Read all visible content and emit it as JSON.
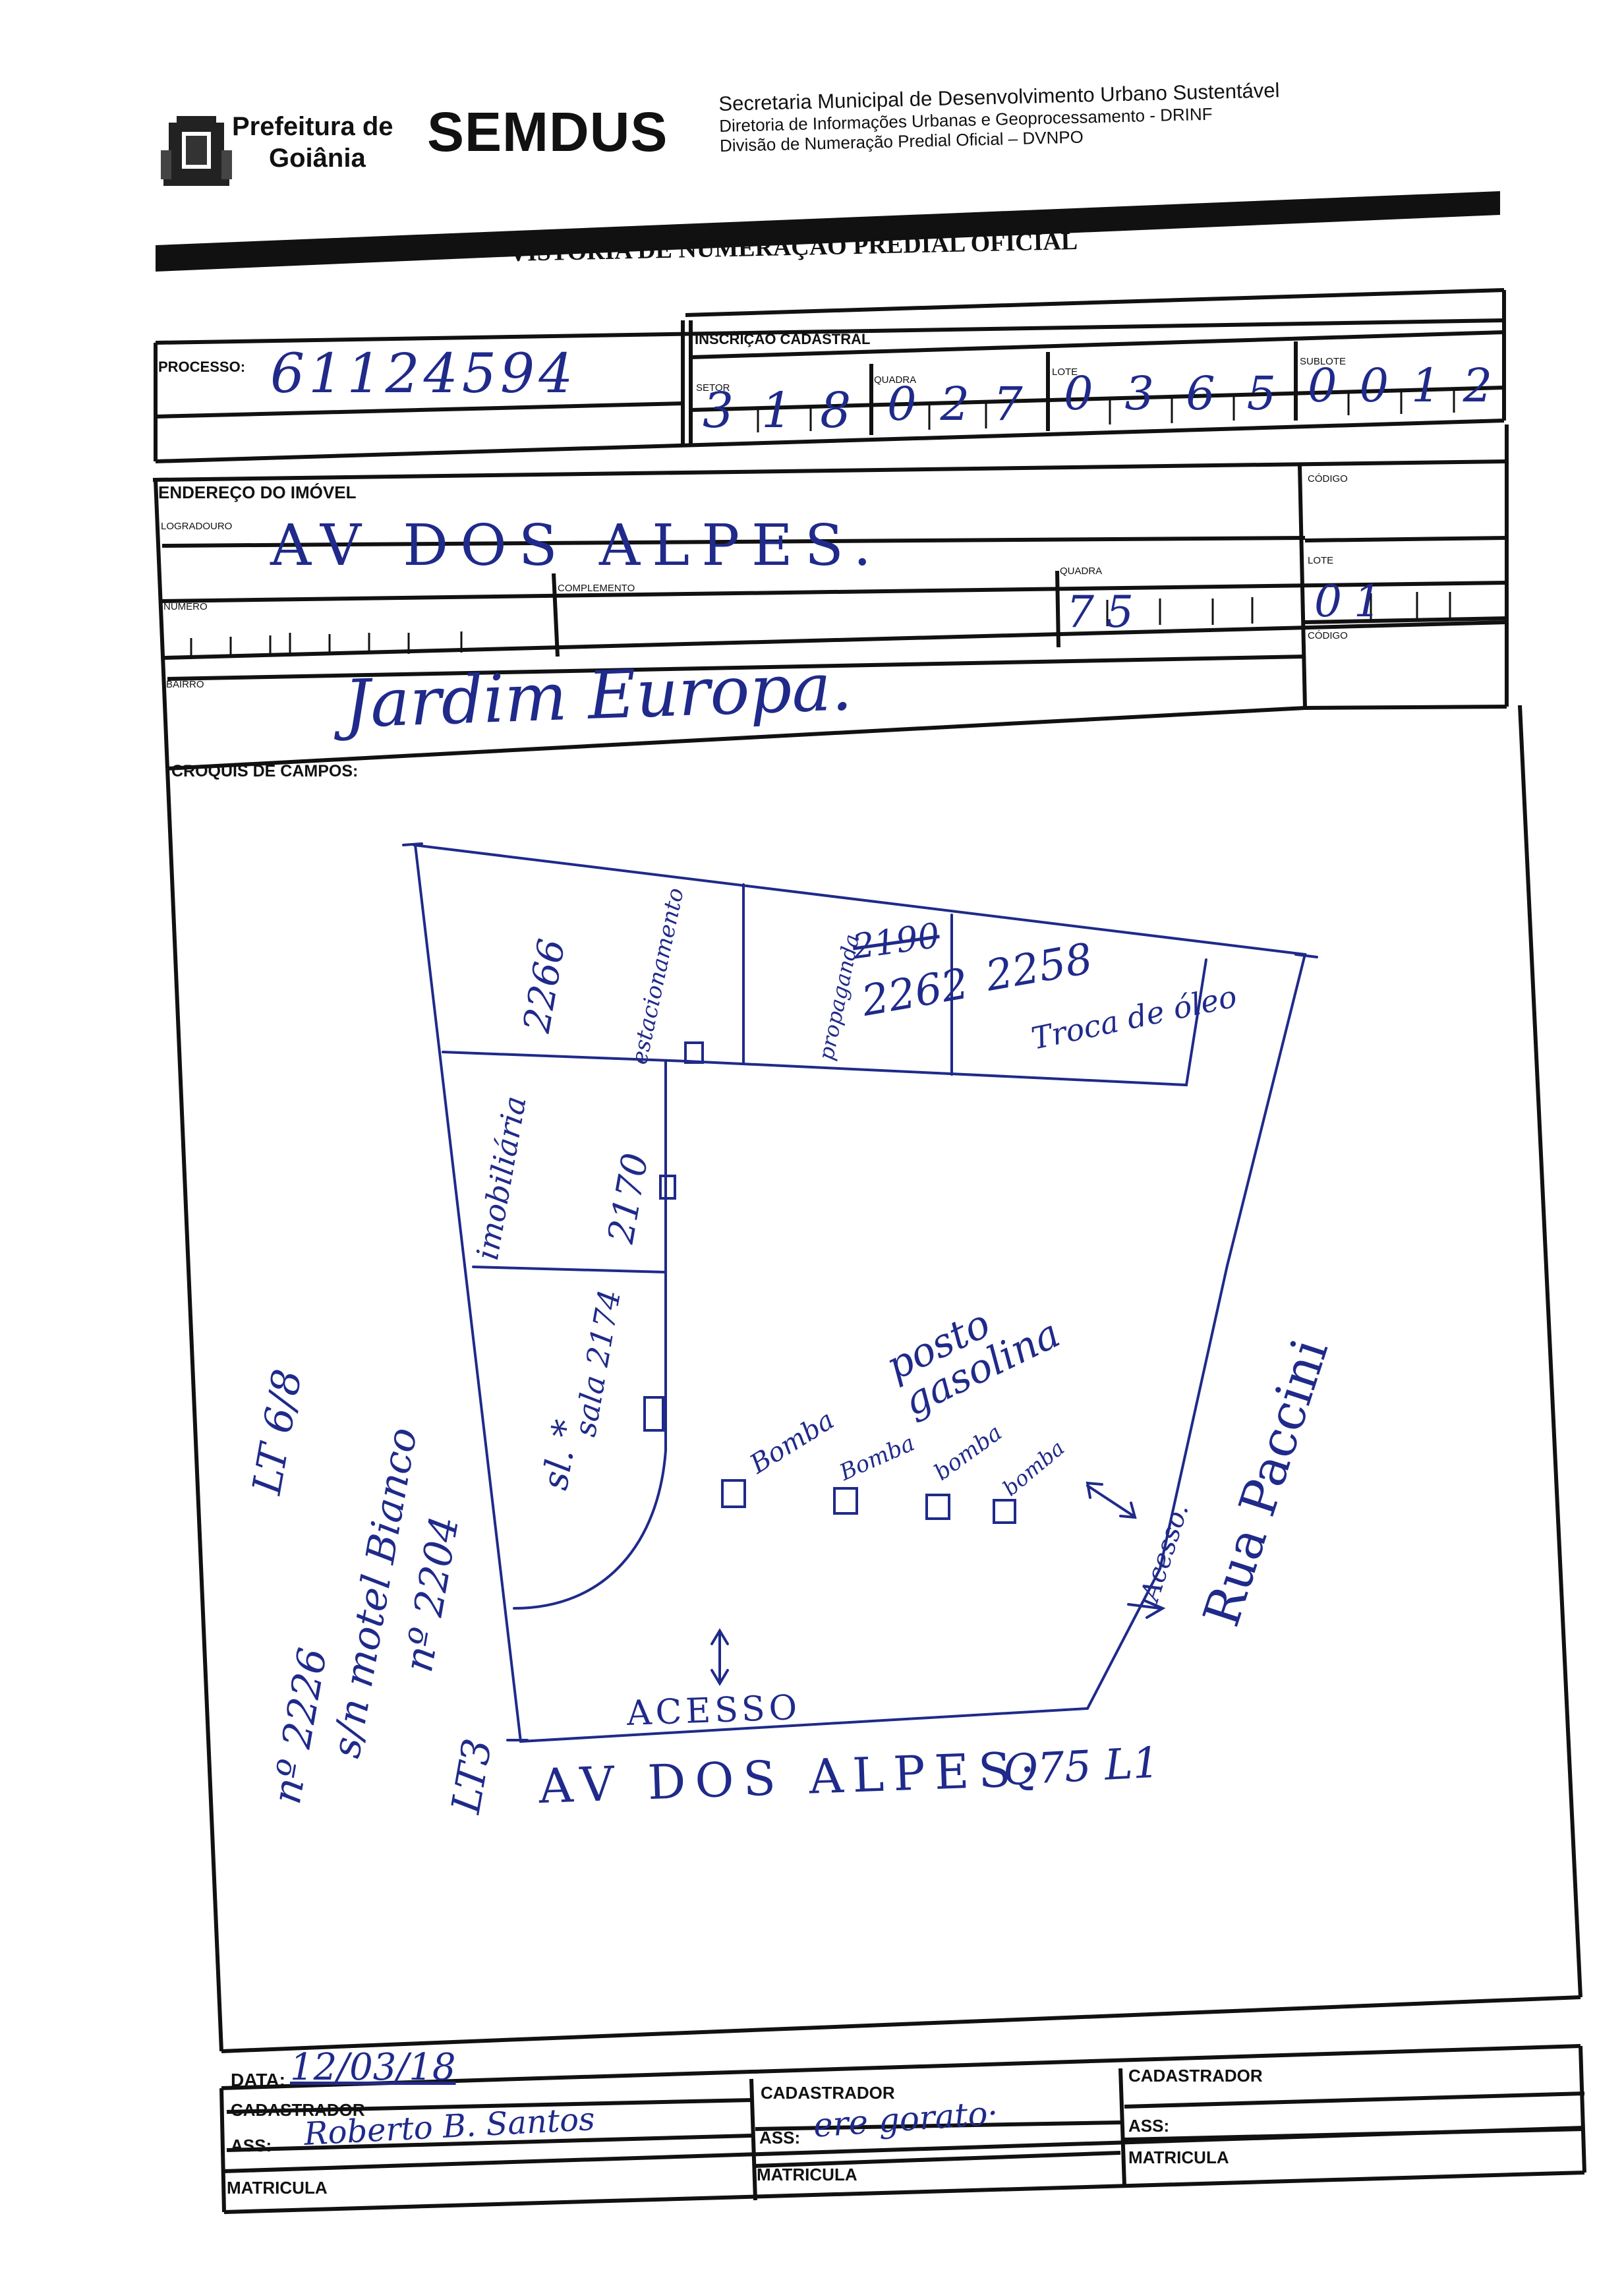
{
  "header": {
    "city_line1": "Prefeitura de",
    "city_line2": "Goiânia",
    "agency": "SEMDUS",
    "line1": "Secretaria Municipal de Desenvolvimento Urbano Sustentável",
    "line2": "Diretoria de Informações Urbanas e Geoprocessamento - DRINF",
    "line3": "Divisão de Numeração Predial Oficial – DVNPO"
  },
  "form_title": "VISTORIA DE NUMERAÇÃO PREDIAL OFICIAL",
  "processo": {
    "label": "PROCESSO:",
    "value": "61124594"
  },
  "inscricao": {
    "label": "INSCRIÇÃO CADASTRAL",
    "setor_label": "SETOR",
    "setor_value": "318",
    "quadra_label": "QUADRA",
    "quadra_value": "027",
    "lote_label": "LOTE",
    "lote_value": "0365",
    "sublote_label": "SUBLOTE",
    "sublote_value": "0012"
  },
  "endereco": {
    "label": "ENDEREÇO DO IMÓVEL",
    "logradouro_label": "LOGRADOURO",
    "logradouro_value": "AV DOS ALPES.",
    "codigo_label": "CÓDIGO",
    "numero_label": "NUMERO",
    "complemento_label": "COMPLEMENTO",
    "quadra_label": "QUADRA",
    "quadra_value": "75",
    "lote_label": "LOTE",
    "lote_value": "01",
    "codigo2_label": "CÓDIGO",
    "bairro_label": "BAIRRO",
    "bairro_value": "Jardim Europa."
  },
  "croquis": {
    "label": "CROQUIS DE CAMPOS:",
    "n2266": "2266",
    "estacionamento": "estacionamento",
    "n2190": "2190",
    "n2262": "2262",
    "propaganda": "propaganda",
    "n2258": "2258",
    "troca_oleo": "Troca de óleo",
    "imobiliaria": "imobiliária",
    "n2170": "2170",
    "sala": "sala 2174",
    "sl": "sl. *",
    "posto": "posto gasolina",
    "bomba1": "Bomba",
    "bomba2": "Bomba",
    "bomba3": "bomba",
    "bomba4": "bomba",
    "acesso_side": "Acesso.",
    "rua": "Rua Paccini",
    "acesso_bottom": "ACESSO",
    "av_bottom": "AV DOS ALPES·",
    "q_ref": "Q75 L1",
    "note1": "LT 6/8",
    "note2": "nº 2226",
    "note3": "s/n motel Bianco",
    "note4": "nº 2204",
    "note5": "LT3"
  },
  "footer": {
    "data_label": "DATA:",
    "data_value": "12/03/18",
    "cad_label": "CADASTRADOR",
    "ass_label": "ASS:",
    "matricula_label": "MATRICULA",
    "sig1": "Roberto B. Santos",
    "sig2": "ere gorato·"
  },
  "colors": {
    "ink": "#1f2a8a",
    "form": "#111111"
  }
}
